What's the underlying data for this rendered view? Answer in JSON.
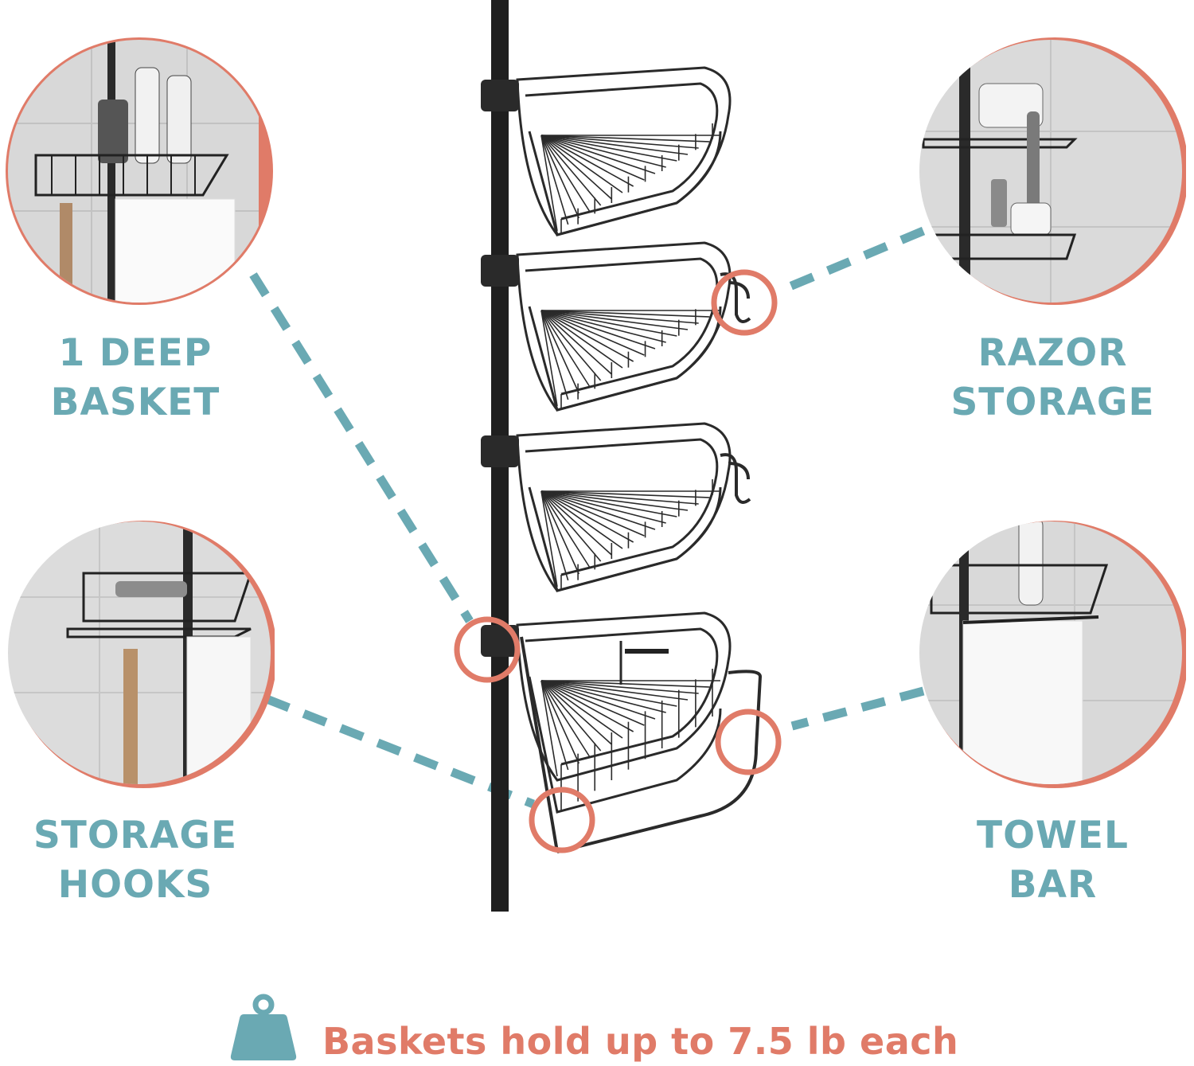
{
  "colors": {
    "teal": "#6aa9b3",
    "coral": "#e07b68",
    "pole": "#1f1f1f",
    "wire": "#2a2a2a"
  },
  "features": [
    {
      "key": "deep_basket",
      "lines": [
        "1 DEEP",
        "BASKET"
      ],
      "icon": "basket-photo"
    },
    {
      "key": "razor_storage",
      "lines": [
        "RAZOR",
        "STORAGE"
      ],
      "icon": "razor-photo"
    },
    {
      "key": "storage_hooks",
      "lines": [
        "STORAGE",
        "HOOKS"
      ],
      "icon": "hooks-photo"
    },
    {
      "key": "towel_bar",
      "lines": [
        "TOWEL",
        "BAR"
      ],
      "icon": "towel-bar-photo"
    }
  ],
  "caption": {
    "text": "Baskets hold up to 7.5 lb each",
    "icon": "weight-icon"
  }
}
